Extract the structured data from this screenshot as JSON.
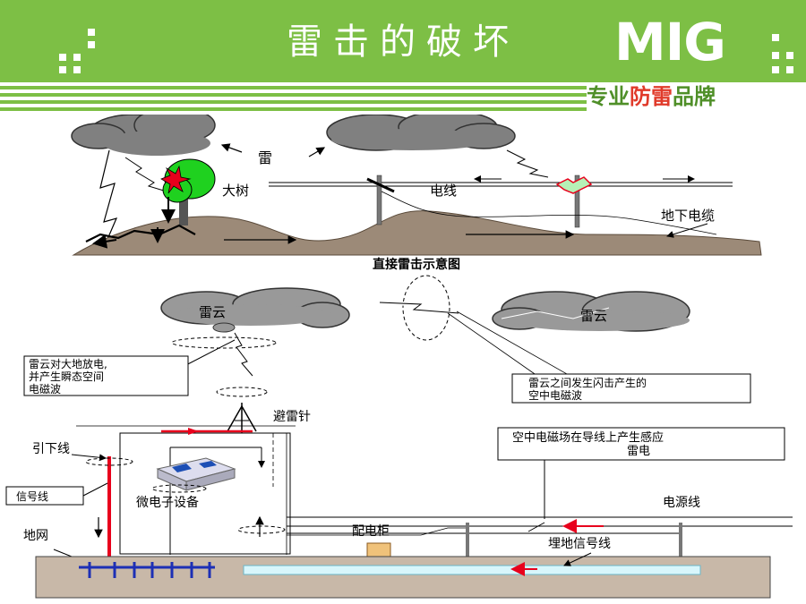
{
  "slide": {
    "title": "雷击的破坏",
    "logo_text": "MIG",
    "slogan": {
      "part1": "专业",
      "part2": "防雷",
      "part3": "品牌"
    }
  },
  "top_diagram": {
    "caption": "直接雷击示意图",
    "labels": {
      "thunder": "雷",
      "big_tree": "大树",
      "power_line": "电线",
      "underground_cable": "地下电缆"
    }
  },
  "bottom_diagram": {
    "cloud_left": "雷云",
    "cloud_right": "雷云",
    "callout_left": [
      "雷云对大地放电,",
      "并产生瞬态空间",
      "电磁波"
    ],
    "callout_right": [
      "雷云之间发生闪击产生的",
      "空中电磁波"
    ],
    "callout_induced": [
      "空中电磁场在导线上产生感应",
      "雷电"
    ],
    "labels": {
      "lightning_rod": "避雷针",
      "down_conductor": "引下线",
      "signal_line": "信号线",
      "micro_equipment": "微电子设备",
      "ground_grid": "地网",
      "distribution_cabinet": "配电柜",
      "power_line": "电源线",
      "buried_signal_line": "埋地信号线"
    }
  },
  "colors": {
    "brand_green": "#7dbf45",
    "accent_red": "#e8001c",
    "slogan_red": "#e03a2a"
  }
}
